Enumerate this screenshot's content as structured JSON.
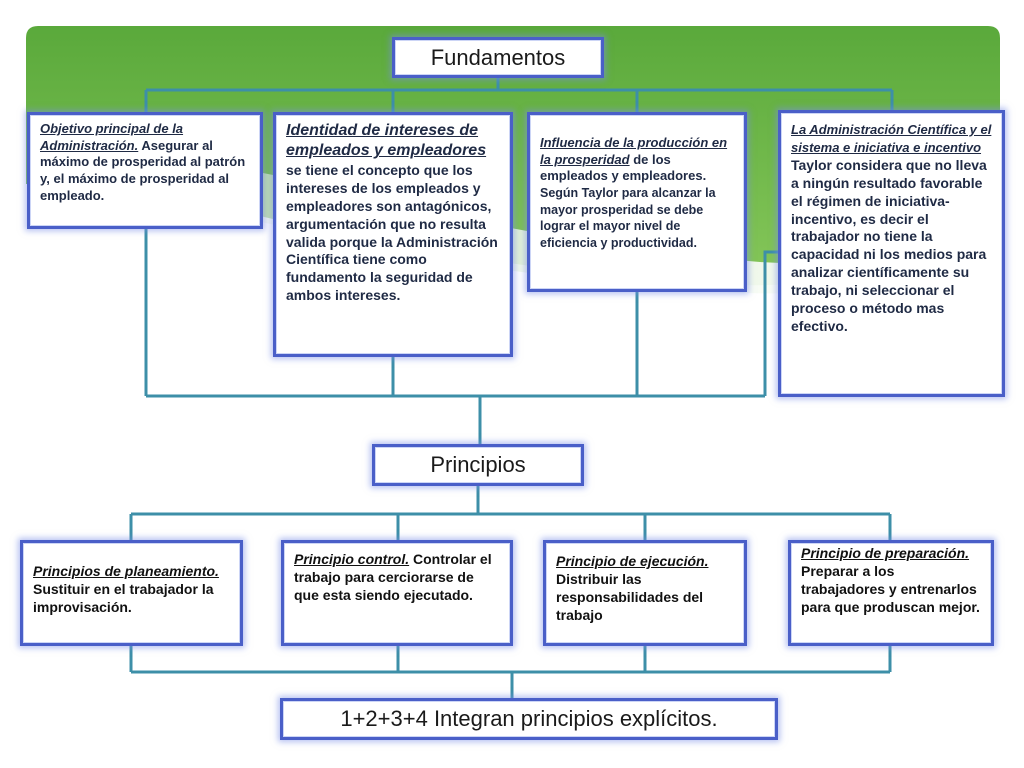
{
  "fundamentos": {
    "title": "Fundamentos",
    "cards": [
      {
        "lead": "Objetivo principal de la Administración.",
        "body": " Asegurar al máximo de prosperidad al patrón y, el máximo de prosperidad al empleado."
      },
      {
        "lead": "Identidad de intereses de empleados y empleadores",
        "body": " se tiene el concepto que los intereses de los empleados y empleadores son antagónicos, argumentación que no resulta valida porque la Administración Científica tiene como fundamento la seguridad de ambos intereses."
      },
      {
        "lead": "Influencia de la producción en la prosperidad",
        "body": " de los empleados y empleadores.",
        "body2": " Según Taylor para alcanzar la mayor prosperidad se debe lograr el mayor nivel de eficiencia y productividad."
      },
      {
        "lead": "La Administración Científica y el sistema e iniciativa e incentivo",
        "body": " Taylor considera que no lleva a ningún resultado favorable el régimen de iniciativa-incentivo, es decir el trabajador no tiene la capacidad ni los medios para analizar científicamente su trabajo, ni seleccionar el proceso o método mas efectivo."
      }
    ]
  },
  "principios": {
    "title": "Principios",
    "cards": [
      {
        "lead": "Principios de planeamiento.",
        "body": " Sustituir en el trabajador la improvisación."
      },
      {
        "lead": "Principio control.",
        "body": " Controlar el trabajo para cerciorarse de que esta siendo ejecutado."
      },
      {
        "lead": "Principio de ejecución.",
        "body": " Distribuir las responsabilidades del trabajo"
      },
      {
        "lead": "Principio de preparación.",
        "body": " Preparar a los trabajadores y entrenarlos para que produscan mejor."
      }
    ]
  },
  "conclusion": {
    "text": "1+2+3+4 Integran principios explícitos."
  },
  "colors": {
    "banner_dark": "#58a83a",
    "banner_light": "#8fcf5f",
    "box_border": "#4a5fc8",
    "connector": "#3d8fa8"
  }
}
